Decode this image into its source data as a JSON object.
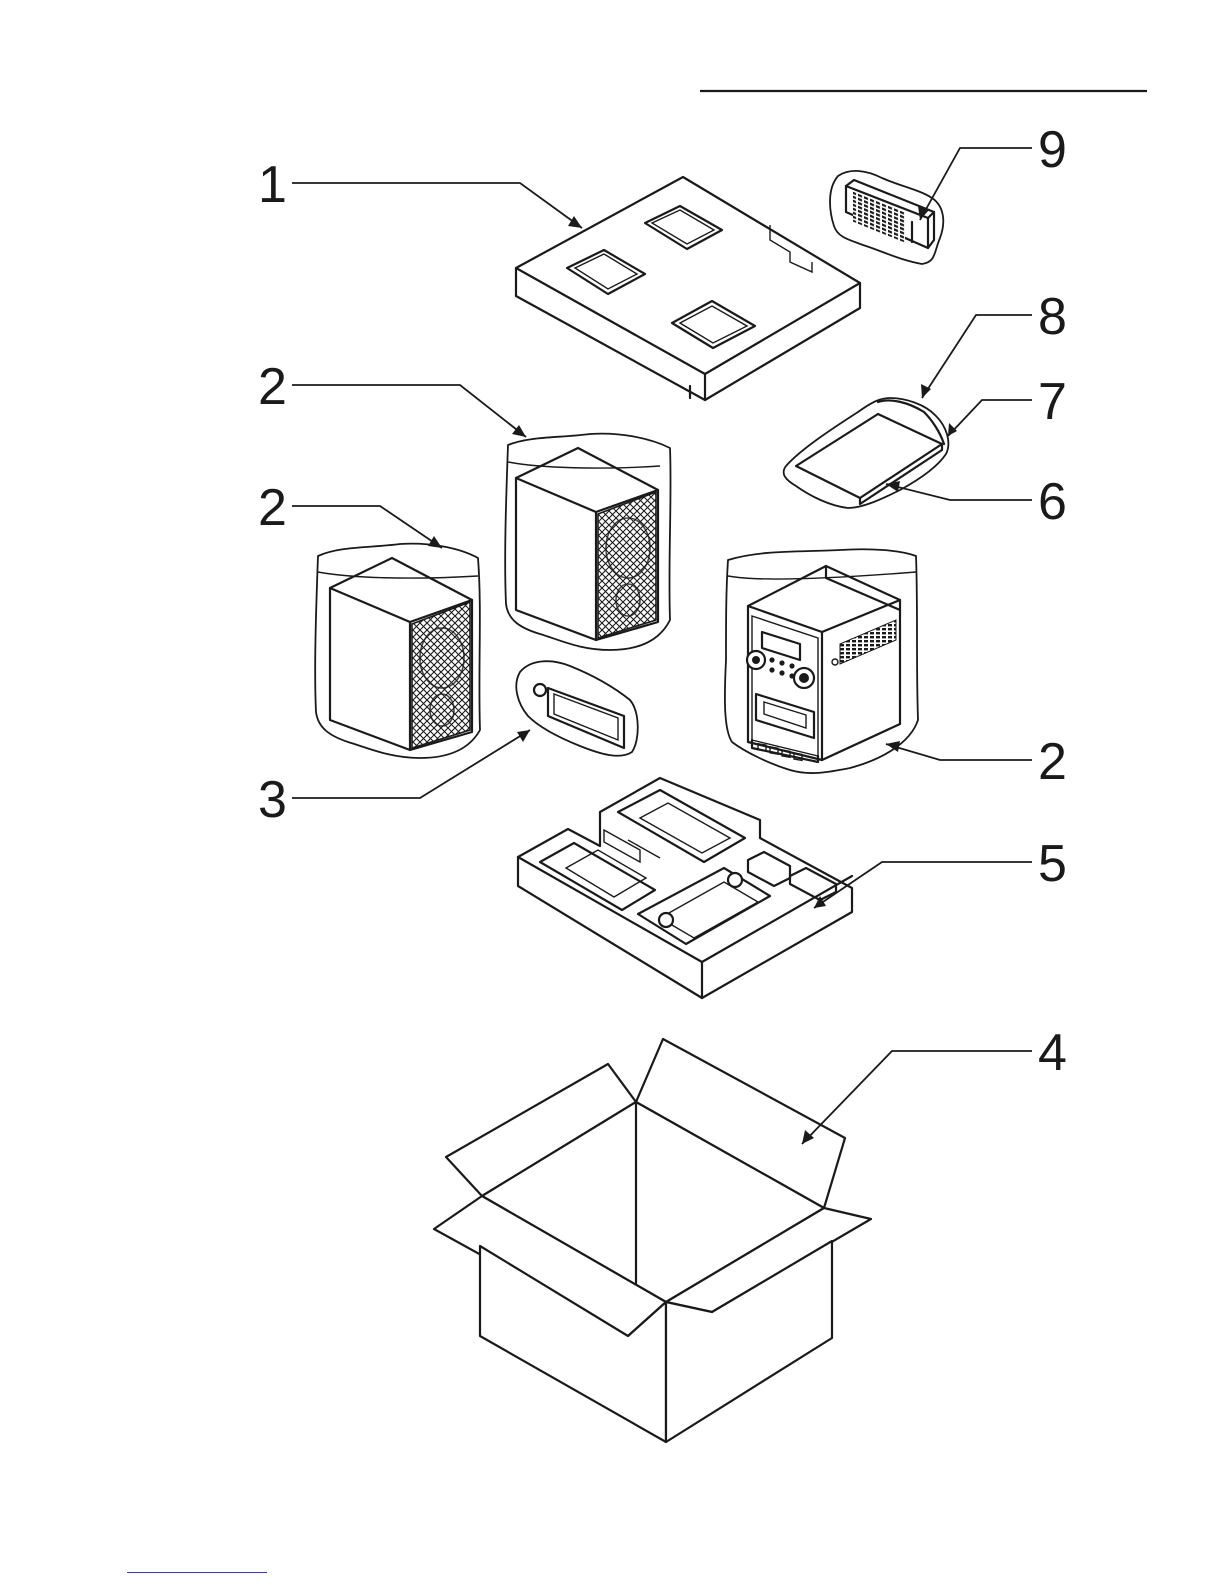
{
  "diagram": {
    "callouts": [
      {
        "id": "pad-top",
        "label": "1"
      },
      {
        "id": "speaker-bag-center",
        "label": "2"
      },
      {
        "id": "speaker-bag-left",
        "label": "2"
      },
      {
        "id": "main-unit-bag",
        "label": "2"
      },
      {
        "id": "antenna-bag",
        "label": "3"
      },
      {
        "id": "carton",
        "label": "4"
      },
      {
        "id": "pad-bottom",
        "label": "5"
      },
      {
        "id": "manual",
        "label": "6"
      },
      {
        "id": "manual-sheet",
        "label": "7"
      },
      {
        "id": "manual-bag",
        "label": "8"
      },
      {
        "id": "remote-bag",
        "label": "9"
      }
    ]
  }
}
